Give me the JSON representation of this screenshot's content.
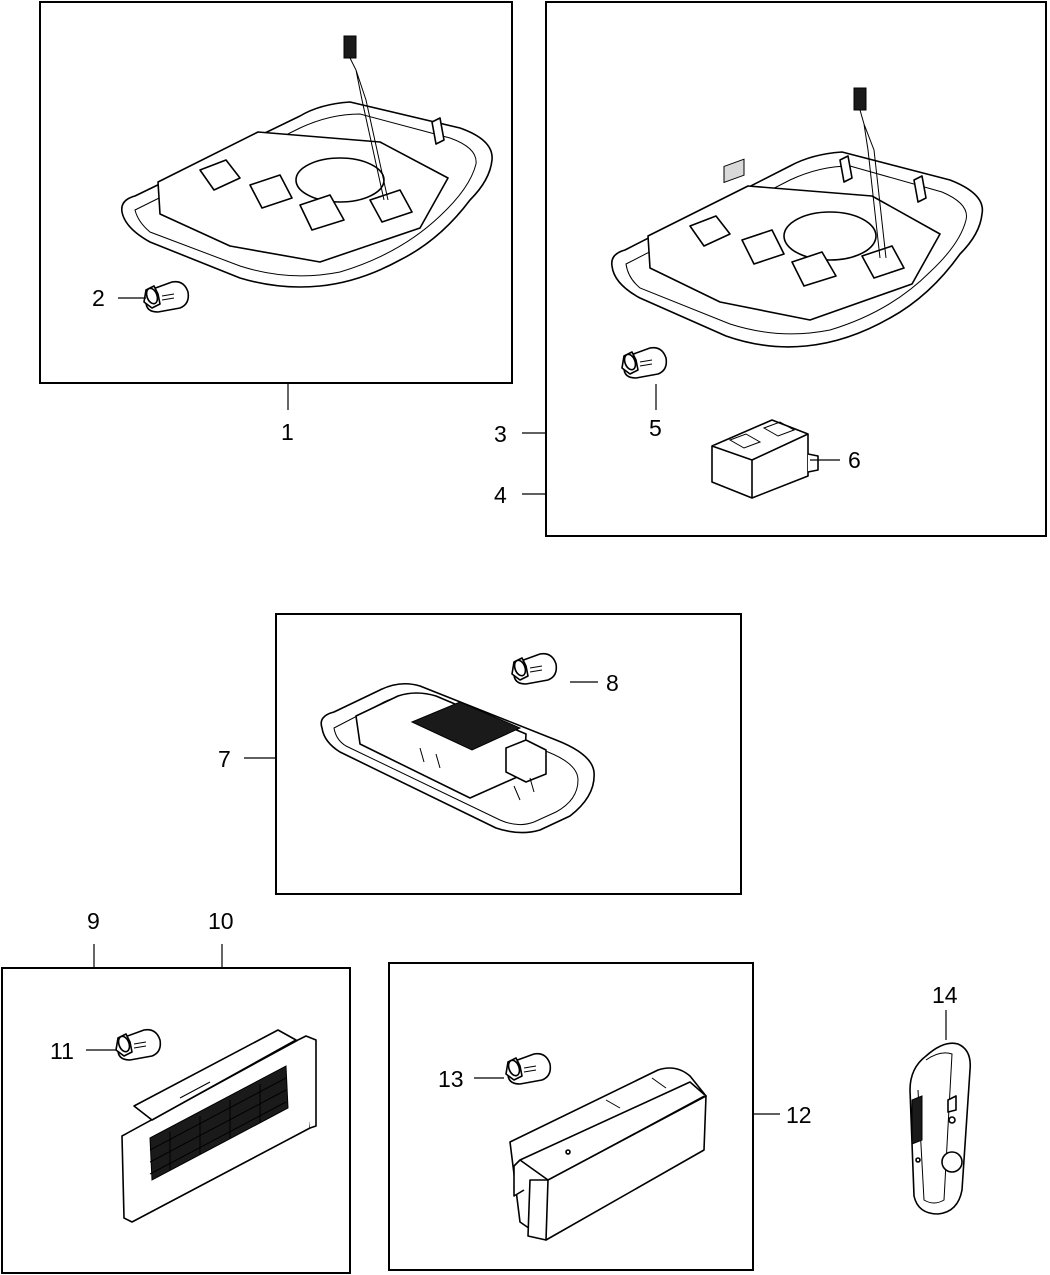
{
  "callouts": {
    "c1": "1",
    "c2": "2",
    "c3": "3",
    "c4": "4",
    "c5": "5",
    "c6": "6",
    "c7": "7",
    "c8": "8",
    "c9": "9",
    "c10": "10",
    "c11": "11",
    "c12": "12",
    "c13": "13",
    "c14": "14"
  },
  "parts": [
    {
      "id": "1",
      "icon": "overhead-console-icon"
    },
    {
      "id": "2",
      "icon": "bulb-icon"
    },
    {
      "id": "3",
      "icon": "overhead-console-icon"
    },
    {
      "id": "4",
      "icon": "overhead-console-icon"
    },
    {
      "id": "5",
      "icon": "bulb-icon"
    },
    {
      "id": "6",
      "icon": "switch-module-icon"
    },
    {
      "id": "7",
      "icon": "dome-lamp-icon"
    },
    {
      "id": "8",
      "icon": "bulb-icon"
    },
    {
      "id": "9",
      "icon": "cargo-lamp-icon"
    },
    {
      "id": "10",
      "icon": "cargo-lamp-icon"
    },
    {
      "id": "11",
      "icon": "bulb-icon"
    },
    {
      "id": "12",
      "icon": "glovebox-lamp-icon"
    },
    {
      "id": "13",
      "icon": "bulb-icon"
    },
    {
      "id": "14",
      "icon": "key-fob-icon"
    }
  ]
}
